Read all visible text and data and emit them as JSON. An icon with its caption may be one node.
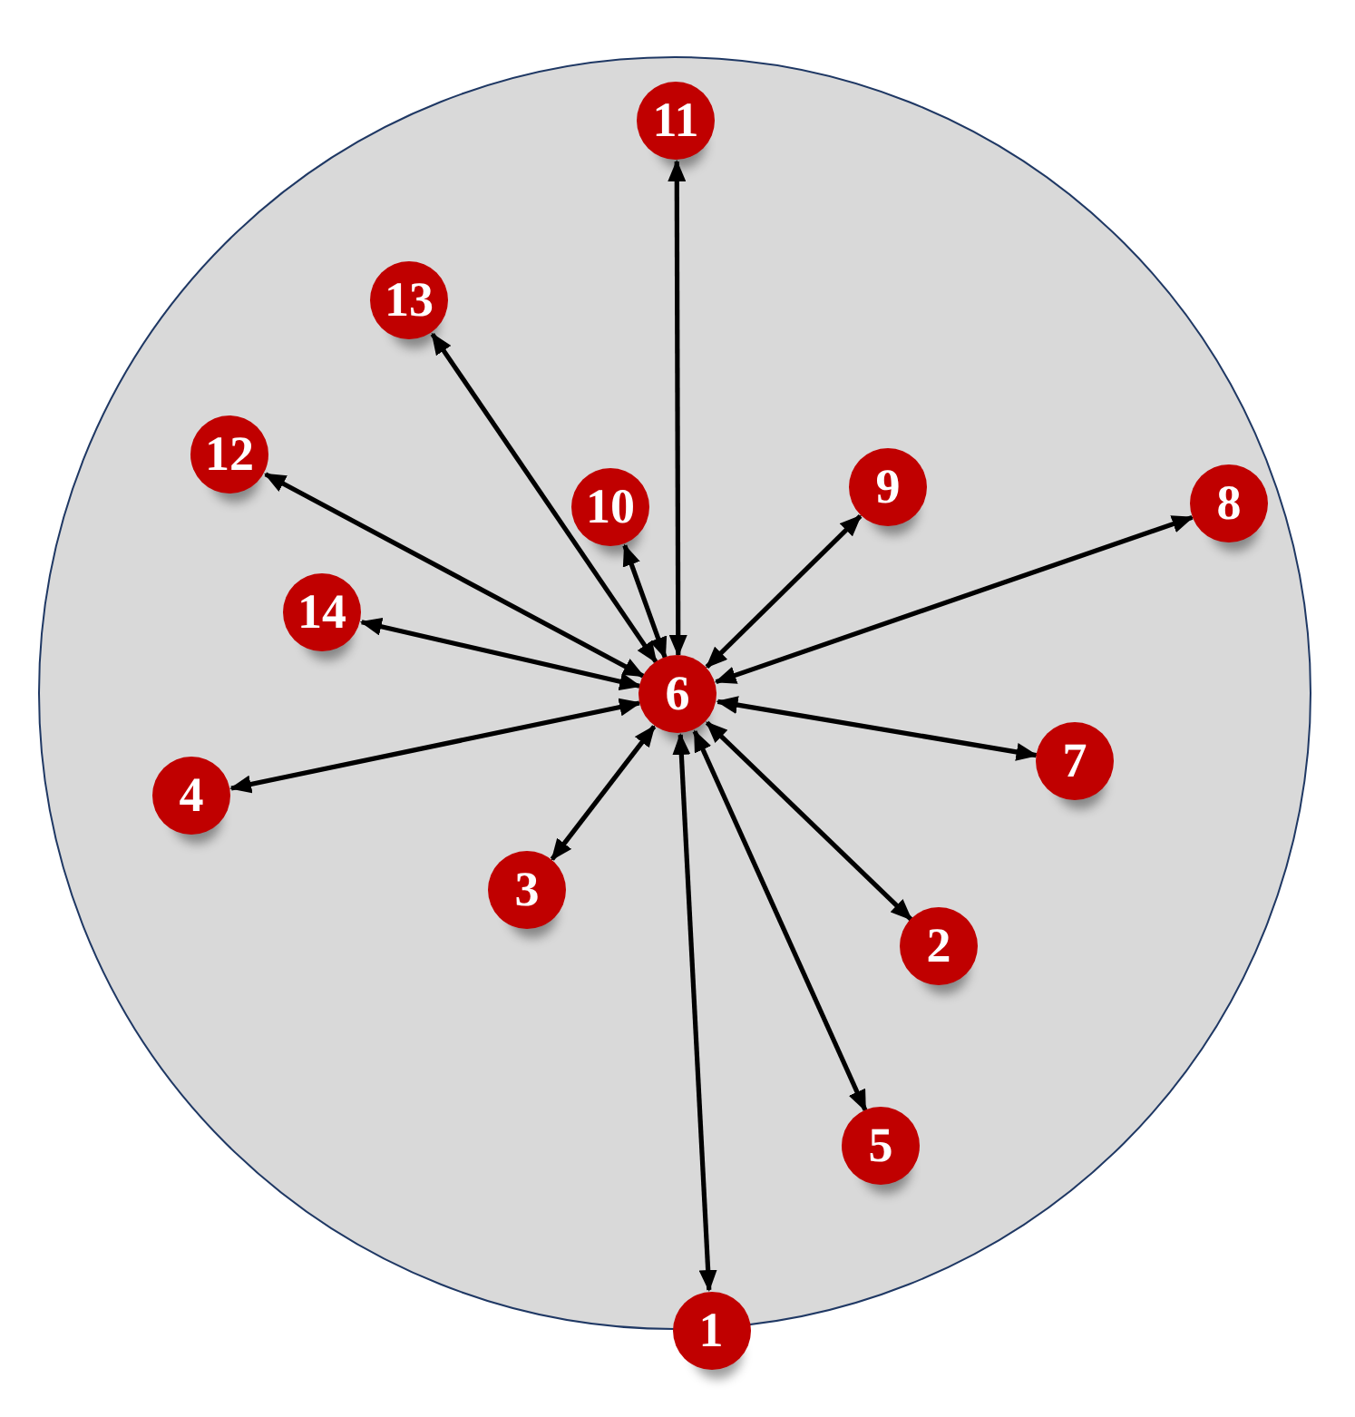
{
  "diagram": {
    "nodes": [
      {
        "text": [],
        "shape": "circle"
      },
      {
        "text": [
          "11"
        ],
        "in": 0
      },
      {
        "text": [
          "13"
        ],
        "in": 0
      },
      {
        "text": [
          "12"
        ],
        "in": 0
      },
      {
        "text": [
          "10"
        ],
        "in": 0
      },
      {
        "text": [
          "9"
        ],
        "in": 0
      },
      {
        "text": [
          "8"
        ],
        "in": 0
      },
      {
        "text": [
          "14"
        ],
        "in": 0
      },
      {
        "text": [
          "6"
        ],
        "in": 0
      },
      {
        "text": [
          "7"
        ],
        "in": 0
      },
      {
        "text": [
          "4"
        ],
        "in": 0
      },
      {
        "text": [
          "3"
        ],
        "in": 0
      },
      {
        "text": [
          "2"
        ],
        "in": 0
      },
      {
        "text": [
          "5"
        ],
        "in": 0
      },
      {
        "text": [
          "1"
        ]
      }
    ],
    "edges": [
      {
        "from": 8,
        "to": 14,
        "arrow": "both"
      },
      {
        "from": 8,
        "to": 12,
        "arrow": "both"
      },
      {
        "from": 8,
        "to": 11,
        "arrow": "both"
      },
      {
        "from": 8,
        "to": 10,
        "arrow": "both"
      },
      {
        "from": 8,
        "to": 13,
        "arrow": "both"
      },
      {
        "from": 8,
        "to": 9,
        "arrow": "both"
      },
      {
        "from": 8,
        "to": 6,
        "arrow": "both"
      },
      {
        "from": 8,
        "to": 5,
        "arrow": "both"
      },
      {
        "from": 8,
        "to": 4,
        "arrow": "both"
      },
      {
        "from": 8,
        "to": 1,
        "arrow": "both"
      },
      {
        "from": 8,
        "to": 3,
        "arrow": "both"
      },
      {
        "from": 8,
        "to": 2,
        "arrow": "both"
      },
      {
        "from": 8,
        "to": 7,
        "arrow": "both"
      }
    ]
  }
}
